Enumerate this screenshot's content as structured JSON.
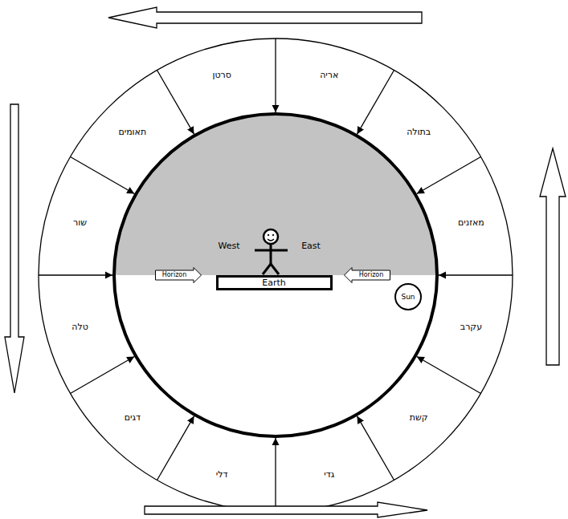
{
  "diagram": {
    "nodes": [
      {
        "text": [
          "סרטן"
        ]
      },
      {
        "text": [
          "אריה"
        ]
      },
      {
        "text": [
          "בתולה"
        ]
      },
      {
        "text": [
          "מאזנים"
        ]
      },
      {
        "text": [
          "עקרב"
        ]
      },
      {
        "text": [
          "קשת"
        ]
      },
      {
        "text": [
          "גדי"
        ]
      },
      {
        "text": [
          "דלי"
        ]
      },
      {
        "text": [
          "דגים"
        ]
      },
      {
        "text": [
          "טלה"
        ]
      },
      {
        "text": [
          "שור"
        ]
      },
      {
        "text": [
          "תאומים"
        ]
      },
      {
        "text": [
          "Horizon"
        ]
      },
      {
        "text": [
          "Earth"
        ]
      },
      {
        "text": [
          "Horizon"
        ]
      },
      {
        "text": [
          "Sun"
        ]
      }
    ],
    "labels": [
      "West",
      "East"
    ]
  }
}
